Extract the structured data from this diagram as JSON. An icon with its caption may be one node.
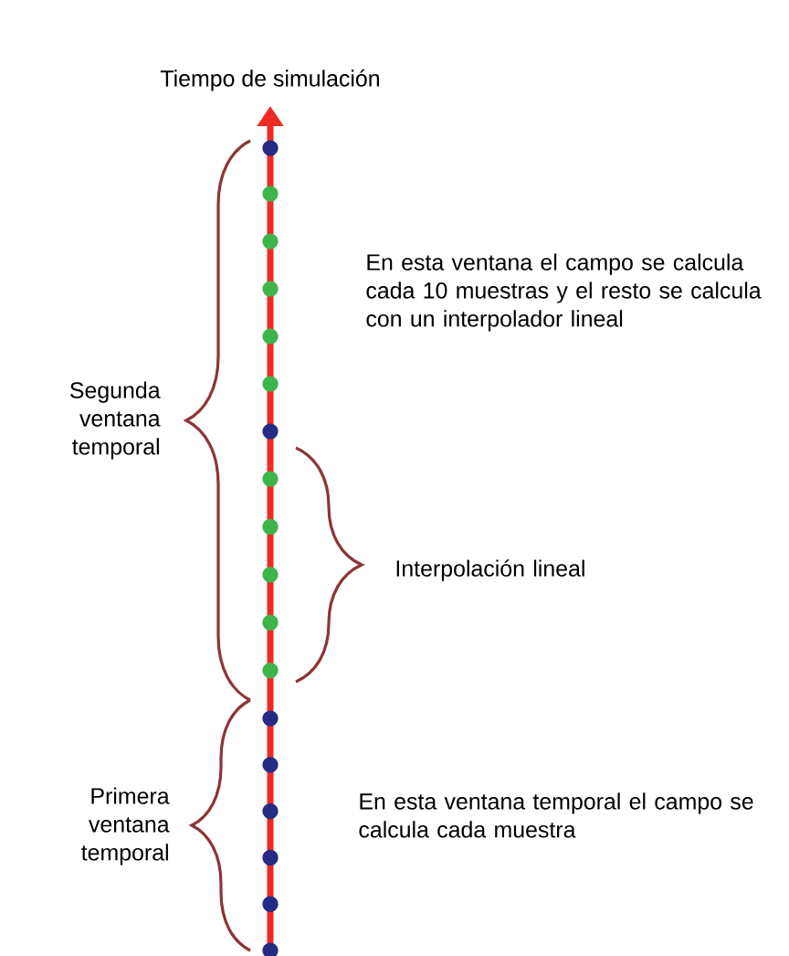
{
  "diagram": {
    "title": "Tiempo de simulación",
    "labels": [
      "En esta ventana el campo se calcula cada 10 muestras y el resto se calcula con un interpolador lineal",
      "Segunda ventana temporal",
      "Interpolación lineal",
      "Primera ventana temporal",
      "En esta ventana temporal el campo se calcula cada muestra"
    ]
  }
}
